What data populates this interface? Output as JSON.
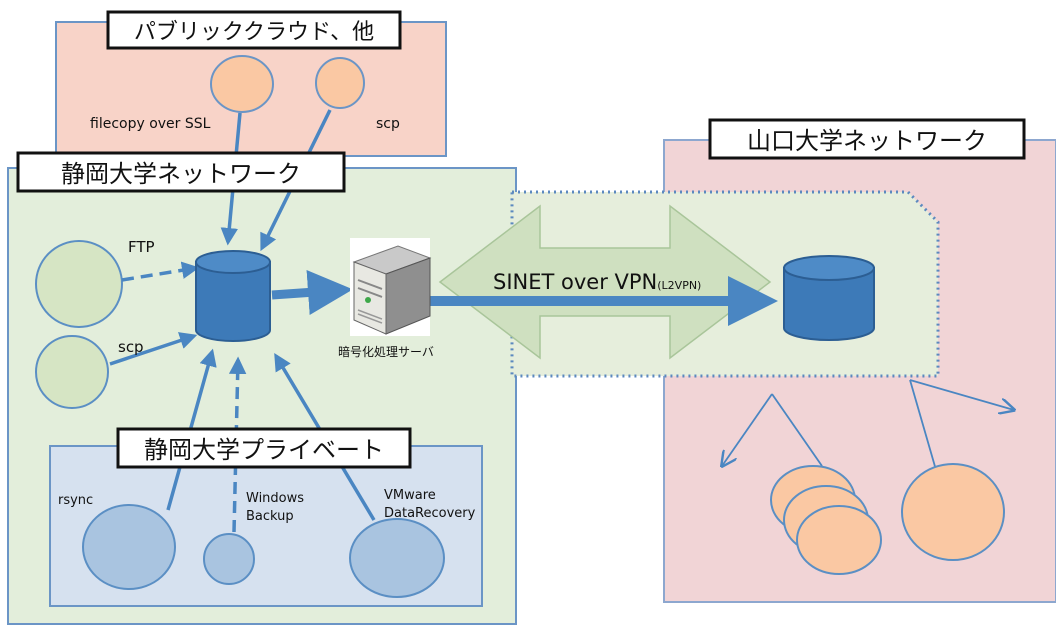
{
  "regions": {
    "public_cloud": "パブリッククラウド、他",
    "shizuoka_network": "静岡大学ネットワーク",
    "shizuoka_private": "静岡大学プライベート",
    "yamaguchi_network": "山口大学ネットワーク"
  },
  "labels": {
    "filecopy_ssl": "filecopy over SSL",
    "scp_cloud": "scp",
    "ftp": "FTP",
    "scp_local": "scp",
    "rsync": "rsync",
    "windows_backup_1": "Windows",
    "windows_backup_2": "Backup",
    "vmware_1": "VMware",
    "vmware_2": "DataRecovery",
    "encryption_server": "暗号化処理サーバ",
    "sinet_main": "SINET over VPN",
    "sinet_sub": "(L2VPN)"
  },
  "colors": {
    "cloud_bg": "#f8d3c8",
    "shizuoka_bg": "#e3eedb",
    "private_bg": "#d6e1ef",
    "yamaguchi_bg": "#f1d4d6",
    "storage": "#3d7ab8",
    "arrow": "#4a86c2",
    "tunnel": "#cfe0c0",
    "node_orange": "#fac8a3",
    "node_green": "#d6e5c4",
    "node_blue": "#a9c4e0"
  }
}
